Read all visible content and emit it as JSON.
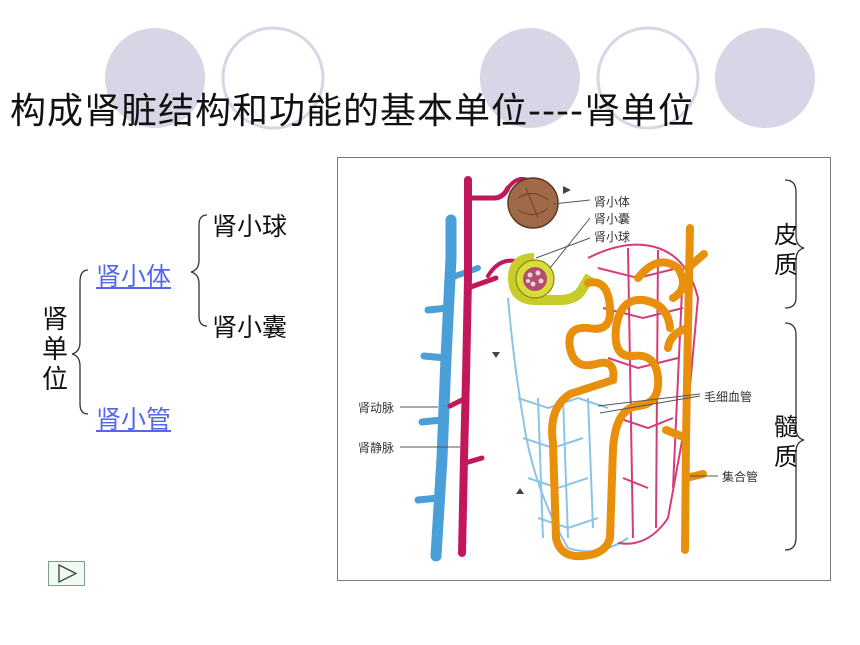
{
  "title": "构成肾脏结构和功能的基本单位----肾单位",
  "tree": {
    "root": "肾单位",
    "corpuscle": "肾小体",
    "tubule": "肾小管",
    "glomerulus": "肾小球",
    "capsule": "肾小囊"
  },
  "diagram": {
    "labels": {
      "corpuscle": "肾小体",
      "capsule": "肾小囊",
      "glomerulus": "肾小球",
      "artery": "肾动脉",
      "vein": "肾静脉",
      "capillary": "毛细血管",
      "collecting_duct": "集合管",
      "cortex": "皮质",
      "medulla": "髓质"
    },
    "colors": {
      "artery": "#c2185b",
      "vein": "#4a9fd8",
      "tubule": "#e8900c",
      "capsule": "#d9dc3a",
      "glomerulus": "#9a5a38"
    }
  },
  "nav": {
    "play_icon": "play-triangle-icon"
  },
  "theme": {
    "circle_fill": "#d9d9e8",
    "link_color": "#5566ee"
  }
}
